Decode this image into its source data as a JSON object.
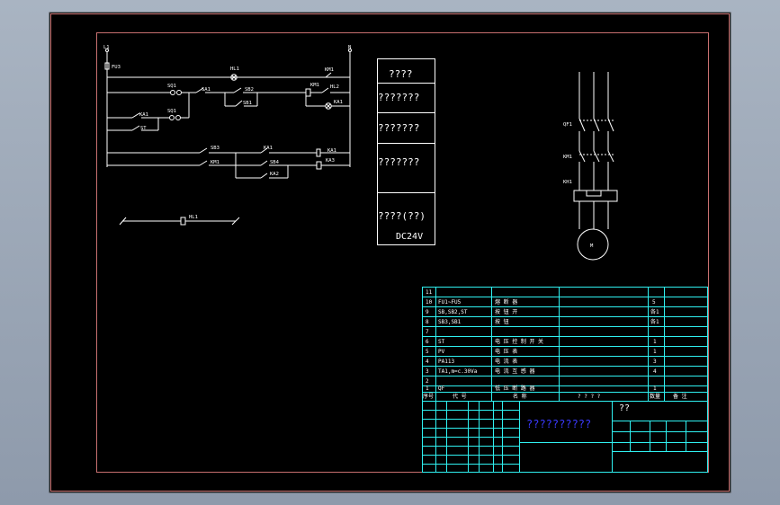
{
  "colors": {
    "sheet": "#000000",
    "frame": "#c87070",
    "wire": "#ffffff",
    "table": "#2ff0f0",
    "title_text": "#3a3aff"
  },
  "schematic": {
    "labels": {
      "l1": "L1",
      "n": "N",
      "fu": "FU3",
      "hl1": "HL1",
      "km1_top": "KM1",
      "km1_coil": "KM1",
      "hl2": "HL2",
      "sa1": "SA1",
      "sb1": "SB1",
      "sb2": "SB2",
      "sq1a": "SQ1",
      "sq1b": "SQ1",
      "ka1_a": "KA1",
      "ka1_b": "KA1",
      "st": "ST",
      "sb3": "SB3",
      "km1_c": "KM1",
      "ka1_c": "KA1",
      "sb4": "SB4",
      "ka2": "KA2",
      "ka1_coil": "KA1",
      "ka3": "KA3",
      "hl": "HL1"
    }
  },
  "func_table": {
    "rows": [
      "????",
      "???????",
      "???????",
      "???????",
      "????(??)"
    ],
    "footer": "DC24V"
  },
  "motor": {
    "qf1": "QF1",
    "km1": "KM1",
    "kh1": "KH1",
    "m": "M"
  },
  "bom": {
    "rows": [
      {
        "no": "11",
        "code": "",
        "name": "",
        "qty": ""
      },
      {
        "no": "10",
        "code": "FU1~FU5",
        "name": "熔 断 器",
        "qty": "5"
      },
      {
        "no": "9",
        "code": "SB,SB2,ST",
        "name": "按 钮 开",
        "qty": "各1"
      },
      {
        "no": "8",
        "code": "SB3,SB1",
        "name": "按 钮",
        "qty": "各1"
      },
      {
        "no": "7",
        "code": "",
        "name": "",
        "qty": ""
      },
      {
        "no": "6",
        "code": "ST",
        "name": "电 压 控 制 开 关",
        "qty": "1"
      },
      {
        "no": "5",
        "code": "PV",
        "name": "电 压 表",
        "qty": "1"
      },
      {
        "no": "4",
        "code": "PA113",
        "name": "电 流 表",
        "qty": "3"
      },
      {
        "no": "3",
        "code": "TA1,m=c.30Va",
        "name": "电 流 互 感 器",
        "qty": "4"
      },
      {
        "no": "2",
        "code": "",
        "name": "",
        "qty": ""
      },
      {
        "no": "1",
        "code": "QF",
        "name": "低 压 断 路 器",
        "qty": "1"
      }
    ],
    "header": {
      "no": "序号",
      "code": "代  号",
      "name": "名  称",
      "spec": "? ? ? ?",
      "qty": "数量",
      "note": "备 注"
    }
  },
  "title_block": {
    "title": "??????????",
    "cell": "??"
  }
}
